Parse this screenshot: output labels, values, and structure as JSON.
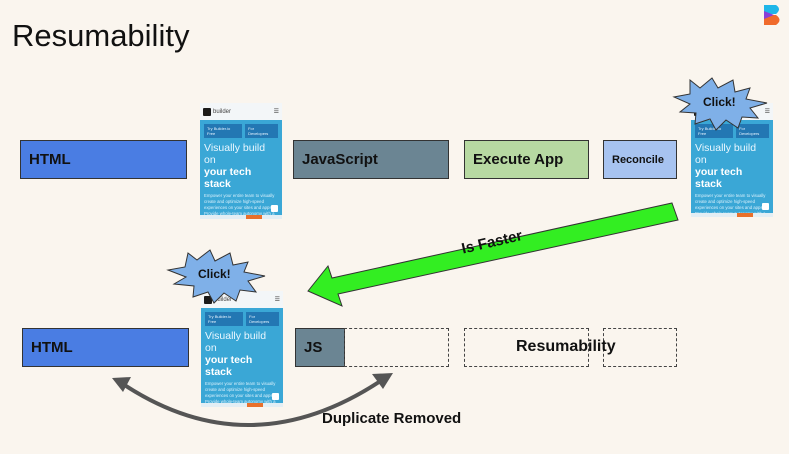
{
  "title": "Resumability",
  "row1": {
    "html": "HTML",
    "javascript": "JavaScript",
    "execute": "Execute App",
    "reconcile": "Reconcile",
    "click": "Click!"
  },
  "row2": {
    "html": "HTML",
    "js": "JS",
    "resumability": "Resumability",
    "click": "Click!"
  },
  "arrow_label": "Is Faster",
  "duplicate_label": "Duplicate Removed",
  "thumbnail": {
    "brand": "builder",
    "btn1": "Try Builder.io Free",
    "btn2": "For Developers",
    "headline1": "Visually build on",
    "headline2": "your tech stack",
    "body": "Empower your entire team to visually create and optimize high-speed experiences on your sites and apps. Provide whole-team autonomy with a platform that is developer approved."
  },
  "colors": {
    "html": "#4a7de3",
    "javascript": "#6b8593",
    "execute": "#b7d9a2",
    "reconcile": "#a7c3f0",
    "arrow_green": "#33ee22",
    "burst": "#7fb0e8"
  }
}
